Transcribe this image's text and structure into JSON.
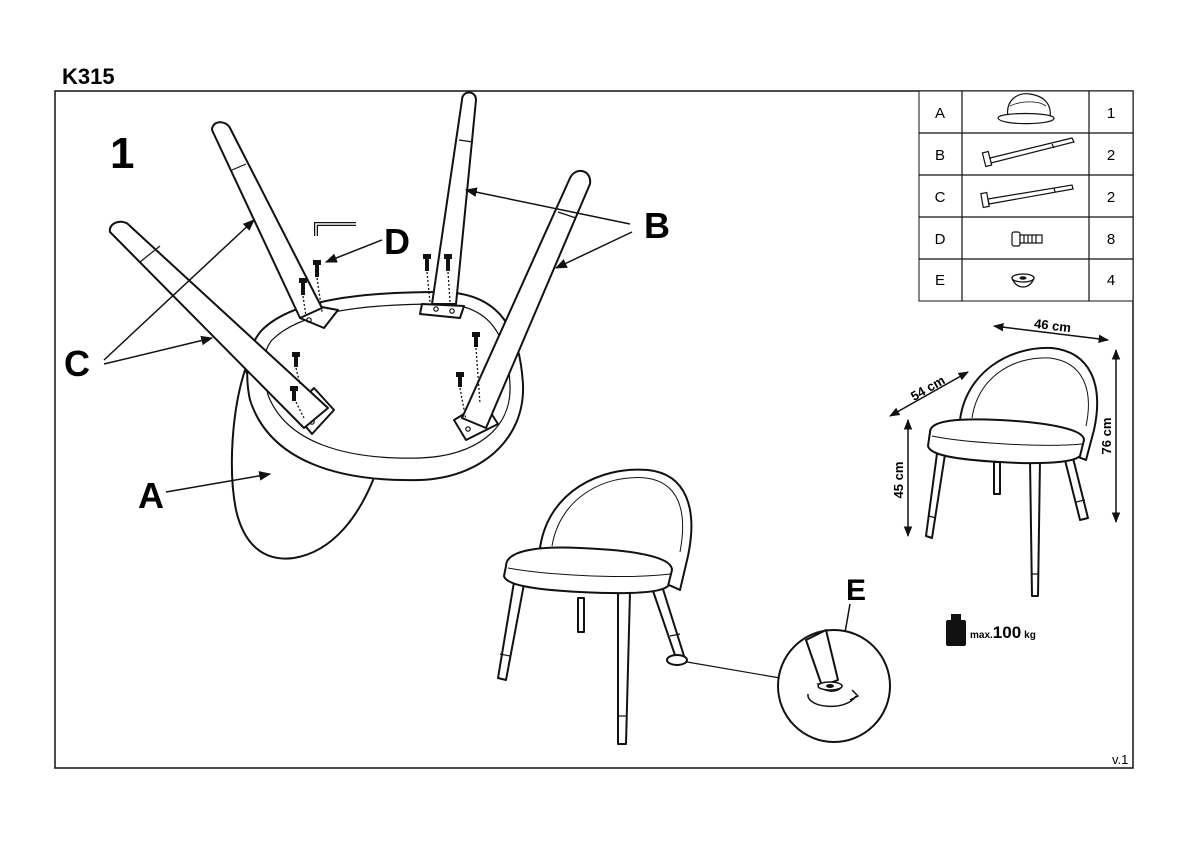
{
  "title": "K315",
  "step_number": "1",
  "version": "v.1",
  "callouts": {
    "a": "A",
    "b": "B",
    "c": "C",
    "d": "D",
    "e": "E"
  },
  "parts": [
    {
      "letter": "A",
      "icon": "seat-icon",
      "qty": "1"
    },
    {
      "letter": "B",
      "icon": "leg-icon",
      "qty": "2"
    },
    {
      "letter": "C",
      "icon": "leg-icon",
      "qty": "2"
    },
    {
      "letter": "D",
      "icon": "bolt-icon",
      "qty": "8"
    },
    {
      "letter": "E",
      "icon": "foot-pad-icon",
      "qty": "4"
    }
  ],
  "dimensions": {
    "width": "46 cm",
    "depth": "54 cm",
    "seat_height": "45 cm",
    "total_height": "76 cm"
  },
  "max_load": {
    "prefix": "max.",
    "value": "100",
    "unit": "kg"
  }
}
